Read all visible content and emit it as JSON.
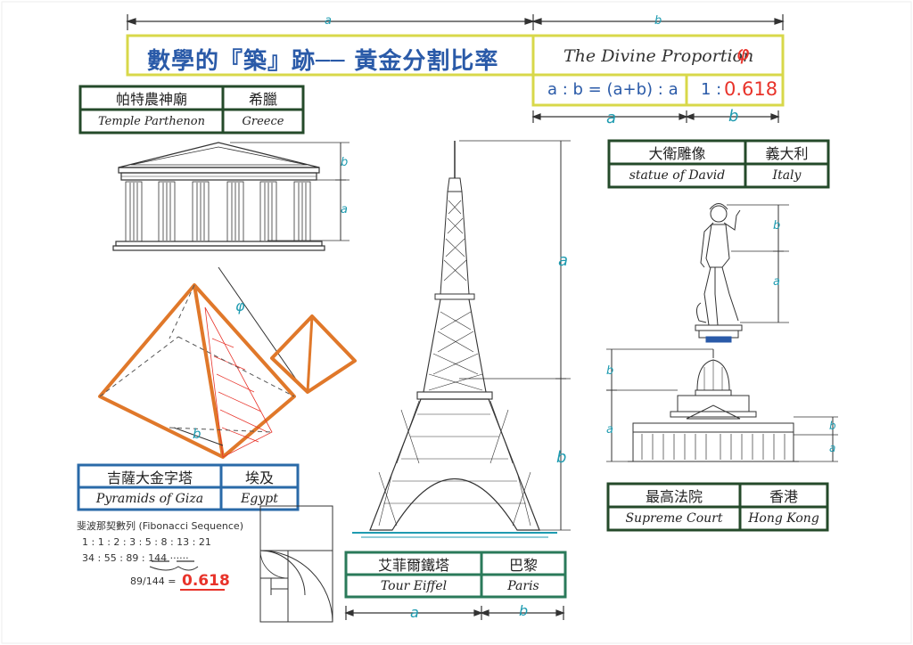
{
  "colors": {
    "blue": "#2a5aa8",
    "cyan": "#1e9bb0",
    "red": "#e8332a",
    "orange": "#e0782a",
    "yellow_frame": "#d8d84a",
    "green_frame": "#3e7a3e",
    "dark_green": "#244a2a",
    "blue_frame": "#2a6aa8"
  },
  "dimension_labels": {
    "a": "a",
    "b": "b",
    "phi": "φ"
  },
  "title": {
    "chinese": "數學的『築』跡── 黃金分割比率",
    "english": "The Divine Proportion",
    "phi": "φ",
    "formula": "a : b = (a+b) : a",
    "ratio_prefix": "1 :",
    "ratio_value": "0.618"
  },
  "parthenon": {
    "name_zh": "帕特農神廟",
    "country_zh": "希臘",
    "name_en": "Temple Parthenon",
    "country_en": "Greece"
  },
  "david": {
    "name_zh": "大衛雕像",
    "country_zh": "義大利",
    "name_en": "statue of David",
    "country_en": "Italy"
  },
  "pyramids": {
    "name_zh": "吉薩大金字塔",
    "country_zh": "埃及",
    "name_en": "Pyramids of Giza",
    "country_en": "Egypt"
  },
  "court": {
    "name_zh": "最高法院",
    "country_zh": "香港",
    "name_en": "Supreme Court",
    "country_en": "Hong Kong"
  },
  "eiffel": {
    "name_zh": "艾菲爾鐵塔",
    "country_zh": "巴黎",
    "name_en": "Tour Eiffel",
    "country_en": "Paris"
  },
  "fibonacci": {
    "title": "斐波那契數列 (Fibonacci Sequence)",
    "line1": "1 : 1 : 2 : 3 : 5 : 8 : 13 : 21",
    "line2": "34 : 55 : 89 : 144 ······",
    "fraction": "89/144 =",
    "result": "0.618"
  }
}
